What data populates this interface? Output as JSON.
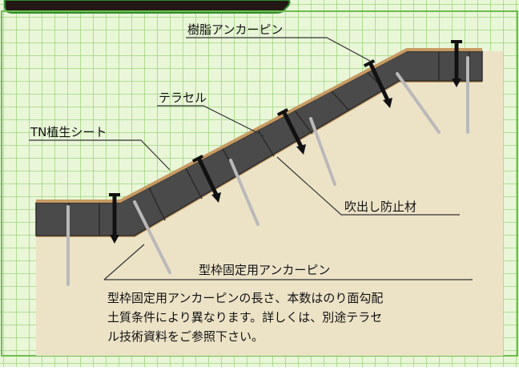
{
  "header": {
    "title": "",
    "accent": "#2e8b2e",
    "banner_color": "#231815"
  },
  "colors": {
    "grid_bg": "#e6f5d4",
    "grid_line": "#8fcf6a",
    "soil": "#ece3c7",
    "soil_edge": "#c79a62",
    "cell_dark": "#4a4a4a",
    "cell_line": "#2c2c2c",
    "pin_dark": "#111111",
    "pin_light": "#b9b9b9",
    "frame": "#6cbf4b"
  },
  "labels": {
    "resin_anchor_pin": "樹脂アンカーピン",
    "terracell": "テラセル",
    "tn_vegetation_sheet": "TN植生シート",
    "blowout_prevention": "吹出し防止材",
    "formwork_anchor_pin": "型枠固定用アンカーピン"
  },
  "note": {
    "line1": "型枠固定用アンカーピンの長さ、本数はのり面勾配",
    "line2": "土質条件により異なります。詳しくは、別途テラセ",
    "line3": "ル技術資料をご参照下さい。"
  }
}
